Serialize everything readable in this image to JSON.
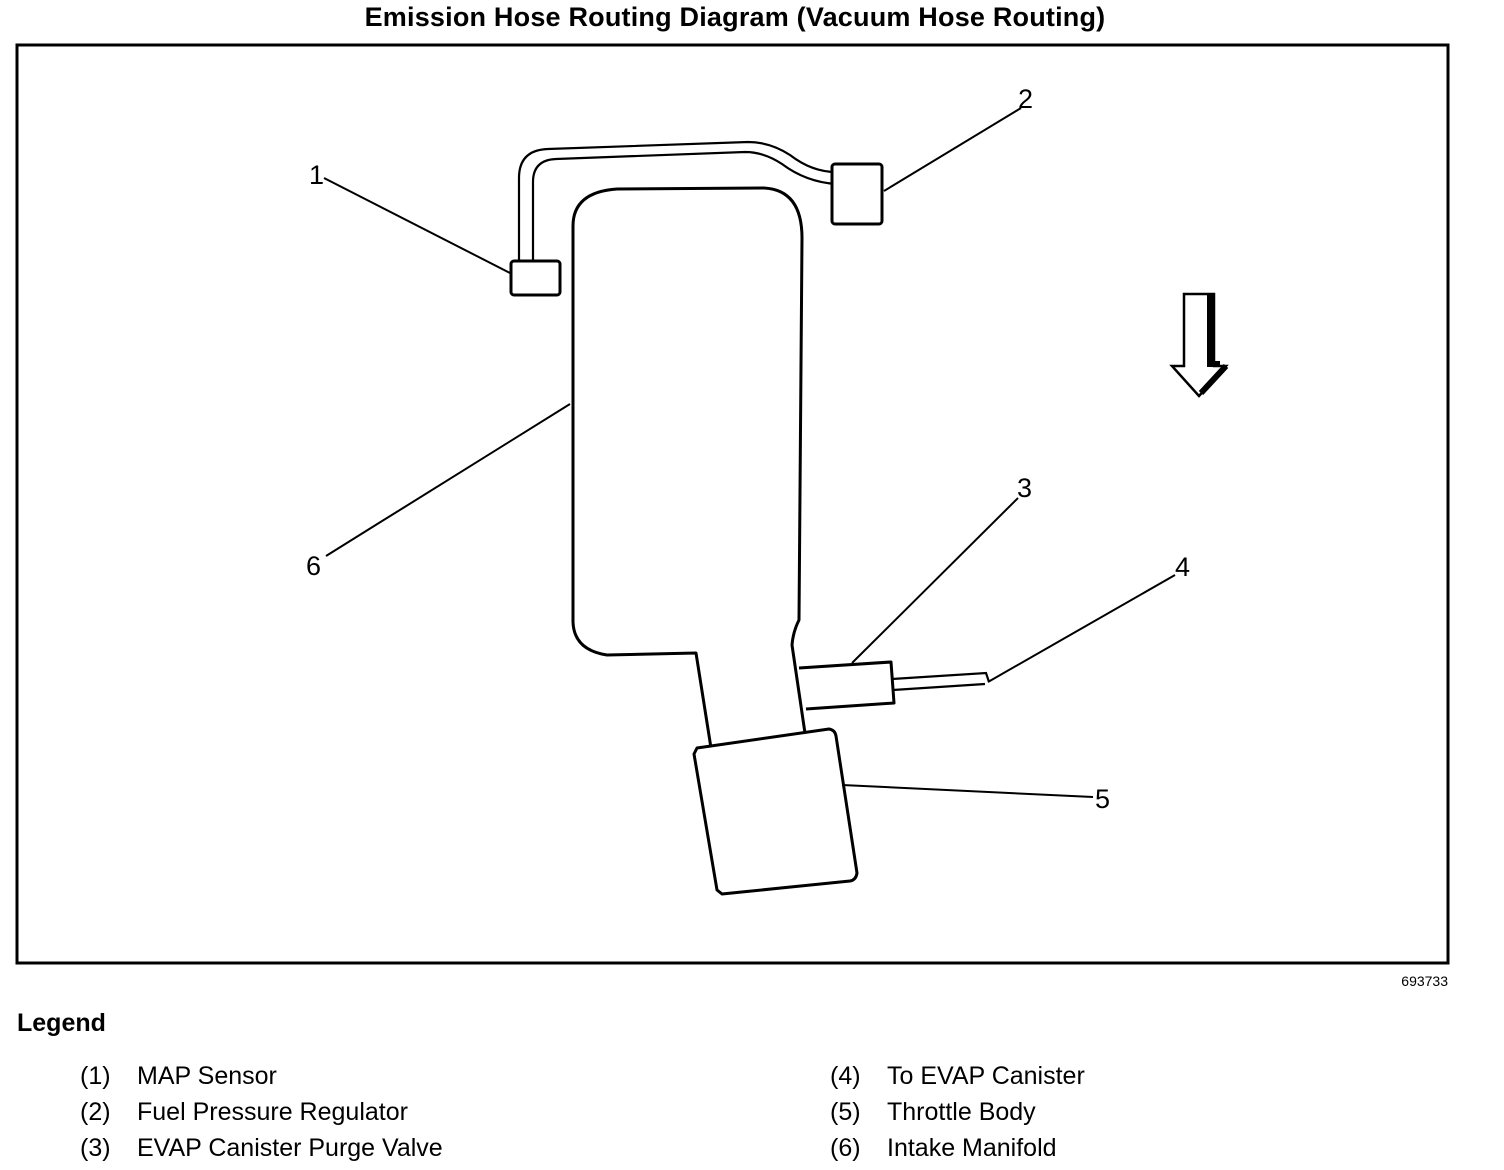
{
  "title": "Emission Hose Routing Diagram (Vacuum Hose Routing)",
  "figure_id": "693733",
  "callouts": [
    "1",
    "2",
    "3",
    "4",
    "5",
    "6"
  ],
  "legend": {
    "heading": "Legend",
    "left_items": [
      {
        "num": "(1)",
        "label": "MAP Sensor"
      },
      {
        "num": "(2)",
        "label": "Fuel Pressure Regulator"
      },
      {
        "num": "(3)",
        "label": "EVAP Canister Purge Valve"
      }
    ],
    "right_items": [
      {
        "num": "(4)",
        "label": "To EVAP Canister"
      },
      {
        "num": "(5)",
        "label": "Throttle Body"
      },
      {
        "num": "(6)",
        "label": "Intake Manifold"
      }
    ]
  }
}
